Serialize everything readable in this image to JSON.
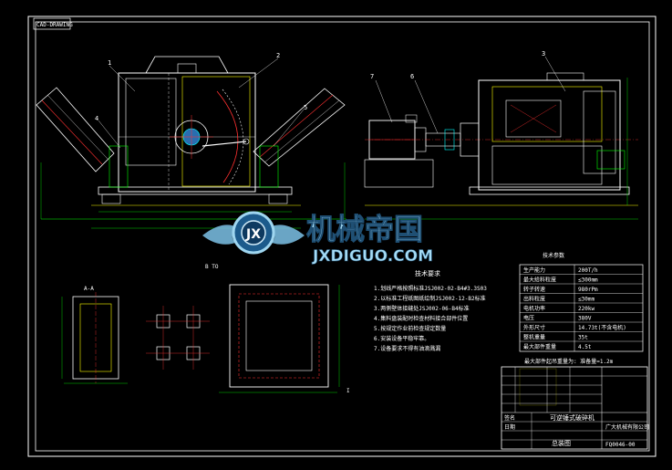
{
  "drawing": {
    "corner_tag": "CAD-DRAWING",
    "label_b": "B TO",
    "label_a": "A-A",
    "label_tech": "技术要求",
    "small_label": "I"
  },
  "callouts": [
    "1",
    "2",
    "3",
    "4",
    "5",
    "6",
    "7"
  ],
  "watermark": {
    "title": "机械帝国",
    "subtitle": "JXDIGUO.COM",
    "logo_letters": "JX"
  },
  "requirements": [
    "1.划线严格按照标准JSJ002-02-B4#3.3S03",
    "2.以标准工程纸图纸绘制JSJ002-12-B2标准",
    "3.两侧壁体接缝处JSJ002-06-B4标准",
    "4.集料盘装配时检查材料接合部件位置",
    "5.按规定作业前检查规定数量",
    "6.安装设备平稳牢靠。",
    "7.设备要求不得有油滴溅漏"
  ],
  "spec_title": "技术参数",
  "specs": [
    {
      "label": "生产能力",
      "value": "200T/h"
    },
    {
      "label": "最大给料粒度",
      "value": "≤300mm"
    },
    {
      "label": "转子转速",
      "value": "980rPm"
    },
    {
      "label": "出料粒度",
      "value": "≤30mm"
    },
    {
      "label": "电机功率",
      "value": "220kw"
    },
    {
      "label": "电压",
      "value": "380V"
    },
    {
      "label": "外形尺寸",
      "value": "14.73t(不含电机)"
    },
    {
      "label": "整机重量",
      "value": "35t"
    },
    {
      "label": "最大部件重量",
      "value": "4.5t"
    }
  ],
  "spec_note": "最大部件起吊重量为: 准备量=1.2m",
  "title_block": {
    "company": "可逆锤式破碎机",
    "drawing_name": "总装图",
    "drawing_no": "FQ0046-00",
    "org": "广大机械有限公司",
    "cell_sign": "签名",
    "cell_date": "日期"
  },
  "colors": {
    "outline": "#ffffff",
    "yellow": "#ffff00",
    "green": "#00ff00",
    "red": "#ff3030",
    "cyan": "#00ffff"
  }
}
